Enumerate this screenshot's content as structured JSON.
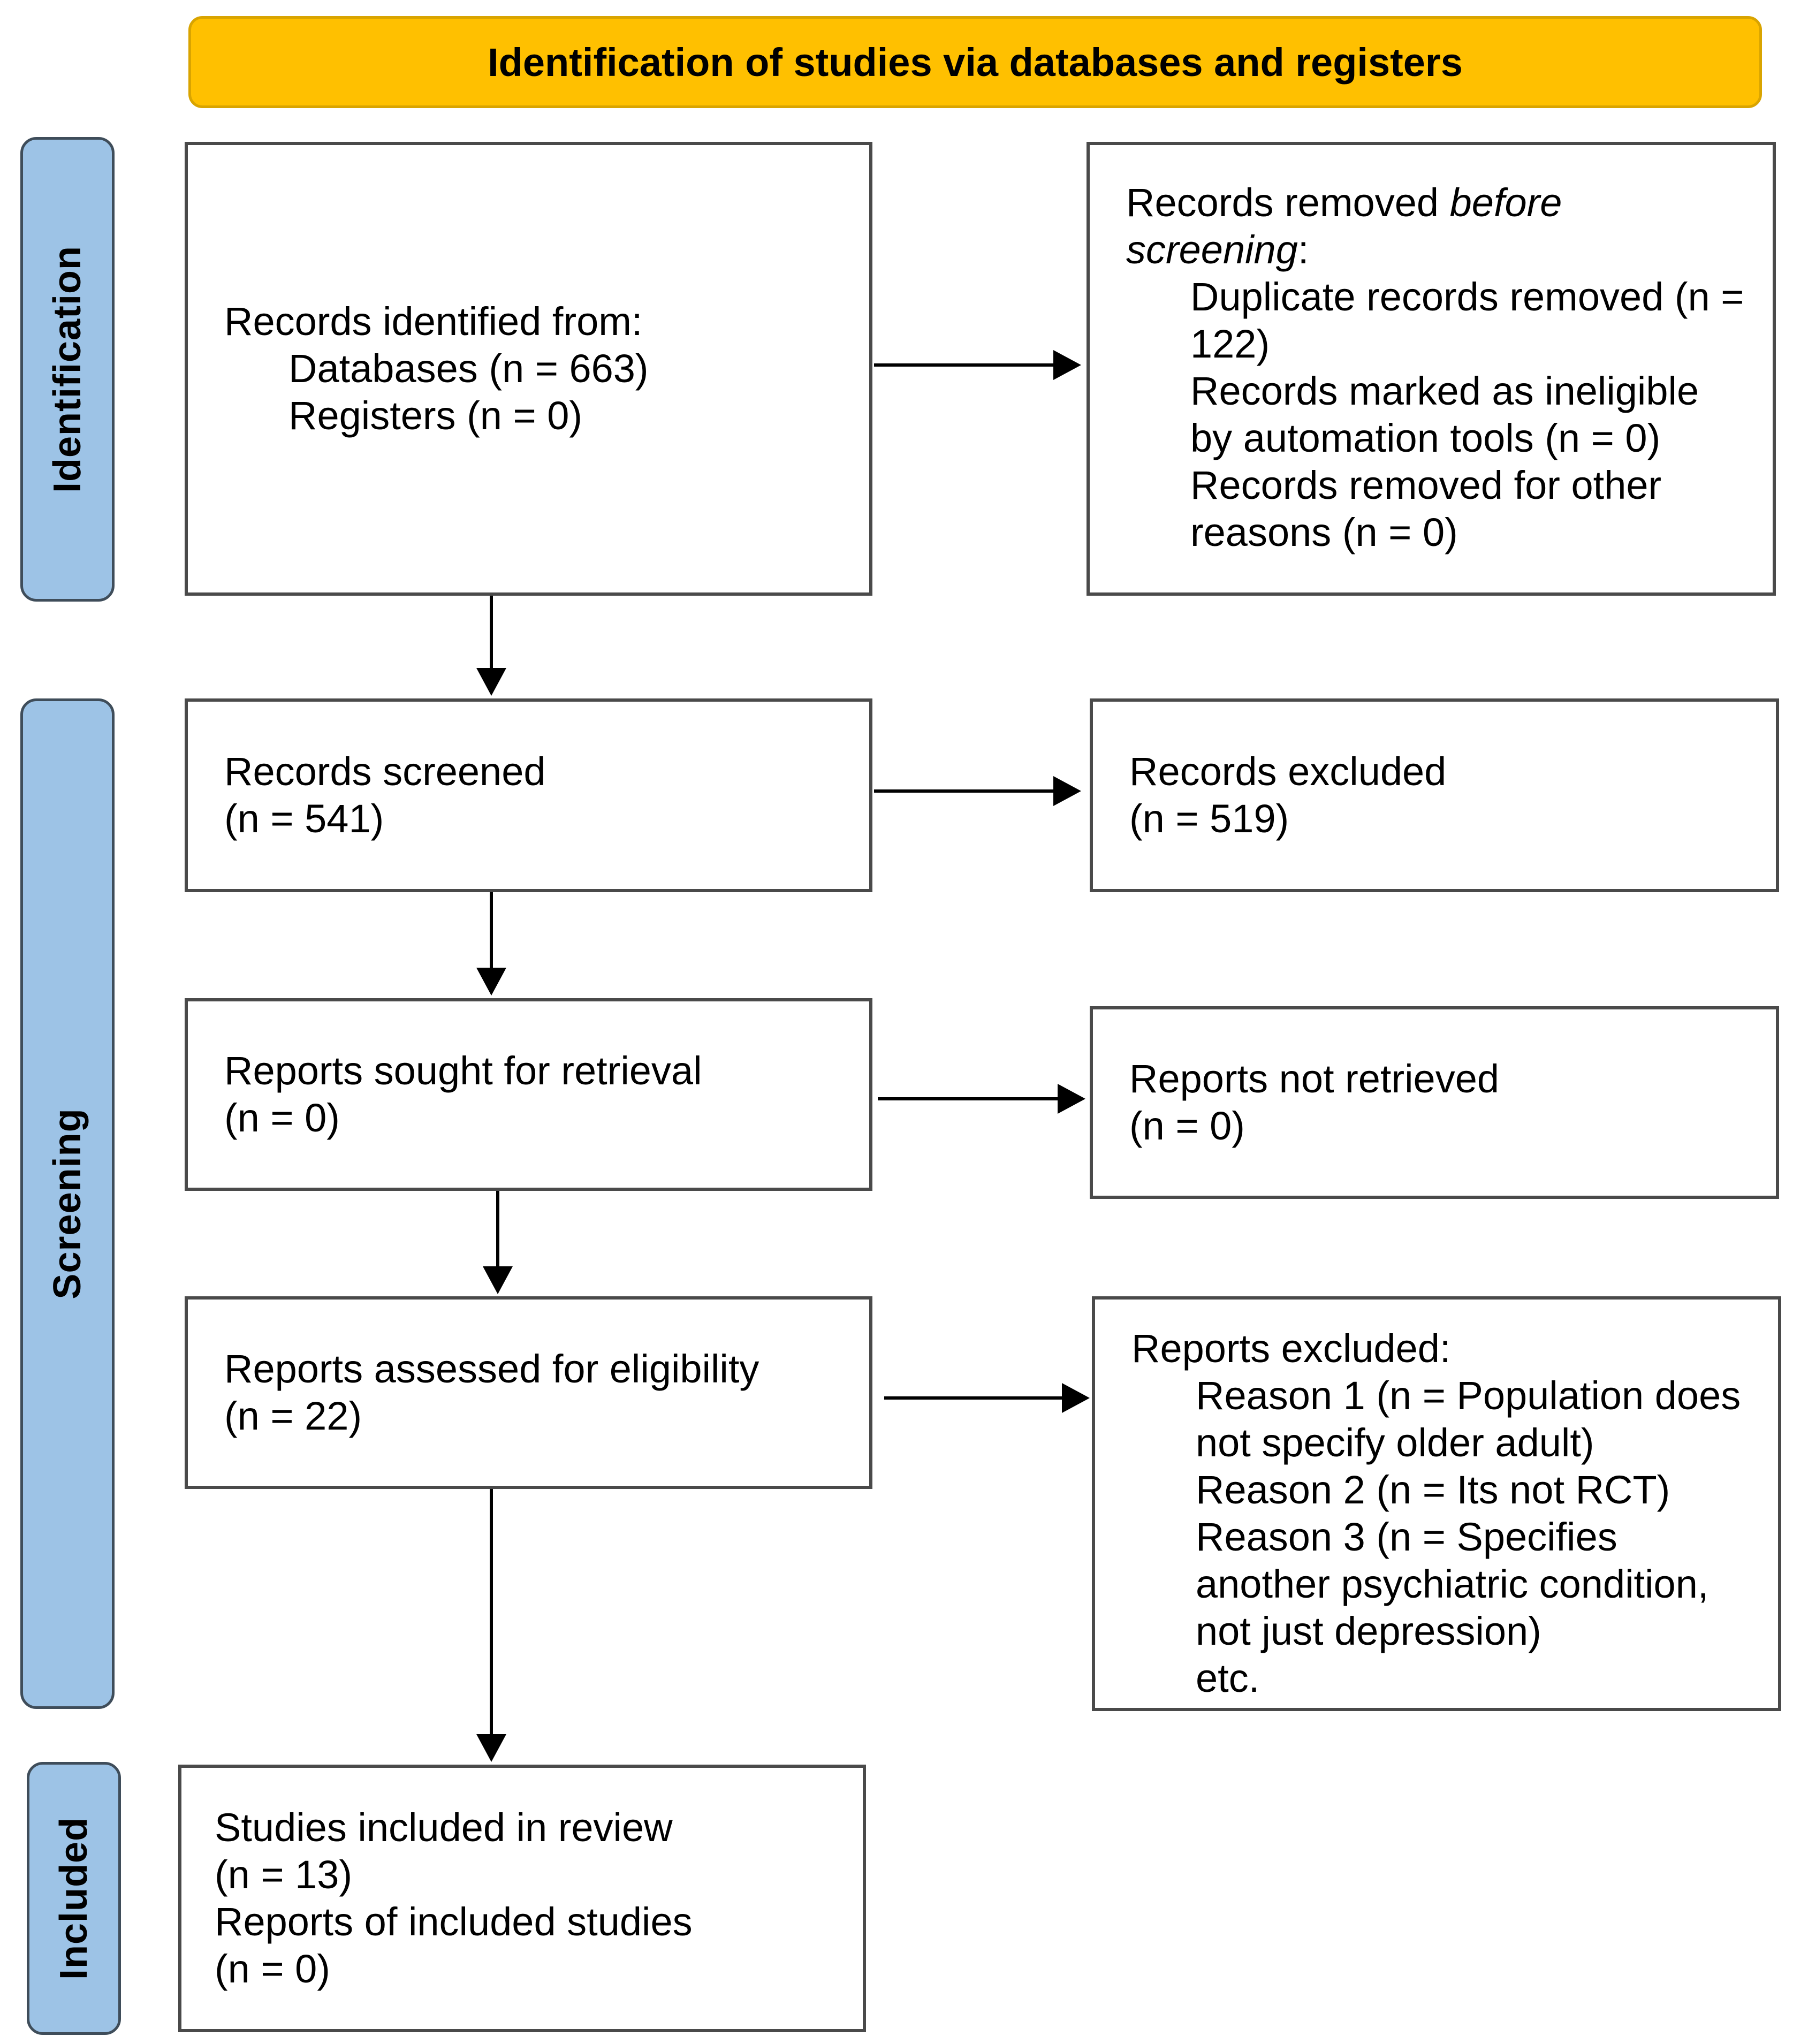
{
  "header": {
    "title": "Identification of studies via databases and registers"
  },
  "phases": {
    "identification": "Identification",
    "screening": "Screening",
    "included": "Included"
  },
  "identified": {
    "heading": "Records identified from:",
    "databases": "Databases (n = 663)",
    "registers": "Registers (n = 0)"
  },
  "removed": {
    "heading_pre": "Records removed ",
    "heading_em": "before screening",
    "heading_post": ":",
    "duplicates": "Duplicate records removed (n = 122)",
    "automation": "Records marked as ineligible by automation tools (n = 0)",
    "other": "Records removed for other reasons (n = 0)"
  },
  "screened": {
    "label": "Records screened",
    "count": "(n = 541)"
  },
  "excluded": {
    "label": "Records excluded",
    "count": "(n = 519)"
  },
  "sought": {
    "label": "Reports sought for retrieval",
    "count": "(n = 0)"
  },
  "not_retrieved": {
    "label": "Reports not retrieved",
    "count": "(n = 0)"
  },
  "assessed": {
    "label": "Reports assessed for eligibility",
    "count": "(n = 22)"
  },
  "reports_excluded": {
    "heading": "Reports excluded:",
    "reason1": "Reason 1 (n = Population does not specify older adult)",
    "reason2": "Reason 2 (n = Its not RCT)",
    "reason3": "Reason 3 (n = Specifies another psychiatric condition, not just depression)",
    "etc": "etc."
  },
  "included": {
    "studies_label": "Studies included in review",
    "studies_count": "(n = 13)",
    "reports_label": "Reports of included studies",
    "reports_count": "(n = 0)"
  },
  "colors": {
    "header_fill": "#FFC000",
    "phase_fill": "#9DC3E6",
    "box_border": "#4a4a4a"
  }
}
